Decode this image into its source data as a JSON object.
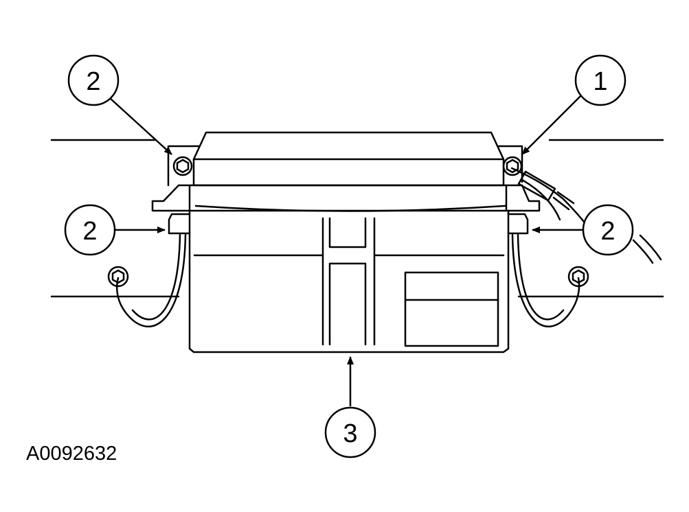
{
  "figure_id": "A0092632",
  "callouts": [
    "2",
    "1",
    "2",
    "2",
    "3"
  ],
  "colors": {
    "line": "#000000",
    "background": "#ffffff"
  }
}
